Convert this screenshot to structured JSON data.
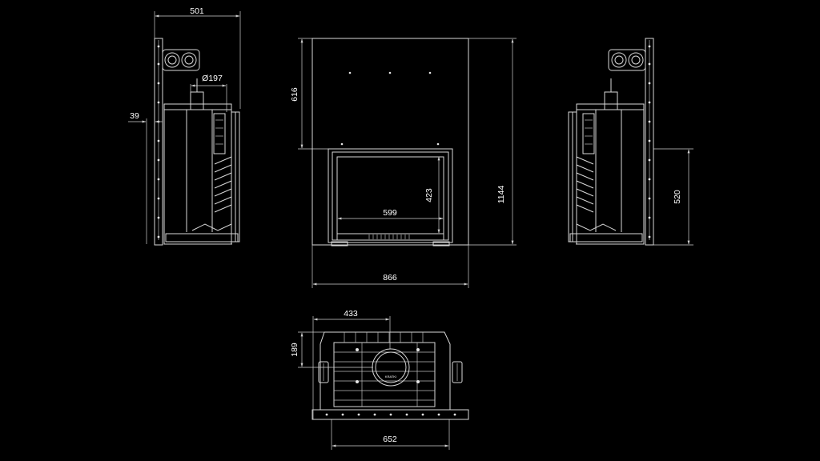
{
  "dimensions": {
    "side_depth": "501",
    "flue_diameter": "Ø197",
    "side_offset": "39",
    "top_height": "616",
    "opening_width": "599",
    "opening_height": "423",
    "total_height": "1144",
    "total_width": "866",
    "side_right_height": "520",
    "plan_half_width": "433",
    "plan_offset": "189",
    "plan_width": "652"
  },
  "plan_label": "KRATKI"
}
